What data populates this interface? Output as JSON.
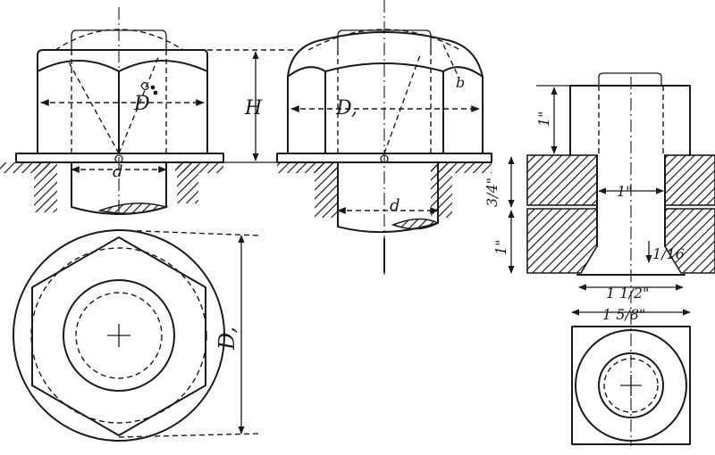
{
  "labels": {
    "D": "D",
    "D1_front": "D,",
    "D1_plan": "D,",
    "H": "H",
    "d_left": "d",
    "d_middle": "d",
    "b": "b"
  },
  "dimensions": {
    "top_height": "1\"",
    "bore_width": "1\"",
    "plate_thickness": "3/4\"",
    "lower_height": "1\"",
    "small_note": "1/16",
    "counterbore": "1 1/2\"",
    "outer_width": "1 5/8\""
  }
}
